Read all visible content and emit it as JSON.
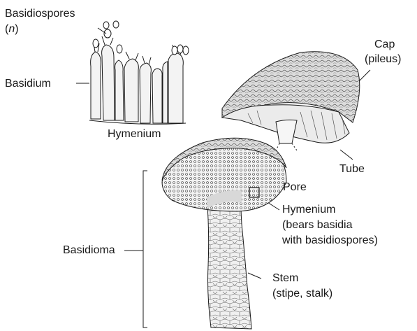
{
  "labels": {
    "basidiospores": "Basidiospores",
    "basidiospores_n_open": "(",
    "basidiospores_n": "n",
    "basidiospores_n_close": ")",
    "basidium": "Basidium",
    "hymenium_top": "Hymenium",
    "cap": "Cap",
    "cap_sub": "(pileus)",
    "tube": "Tube",
    "pore": "Pore",
    "hymenium_detail": "Hymenium",
    "hymenium_detail_l2": "(bears basidia",
    "hymenium_detail_l3": "with basidiospores)",
    "basidioma": "Basidioma",
    "stem": "Stem",
    "stem_sub": "(stipe, stalk)"
  },
  "colors": {
    "ink": "#1a1a1a",
    "cap_fill": "#d9d9d9",
    "gill_fill": "#e6e6e6",
    "stem_fill": "#ececec",
    "cell_fill": "#f4f4f4"
  }
}
